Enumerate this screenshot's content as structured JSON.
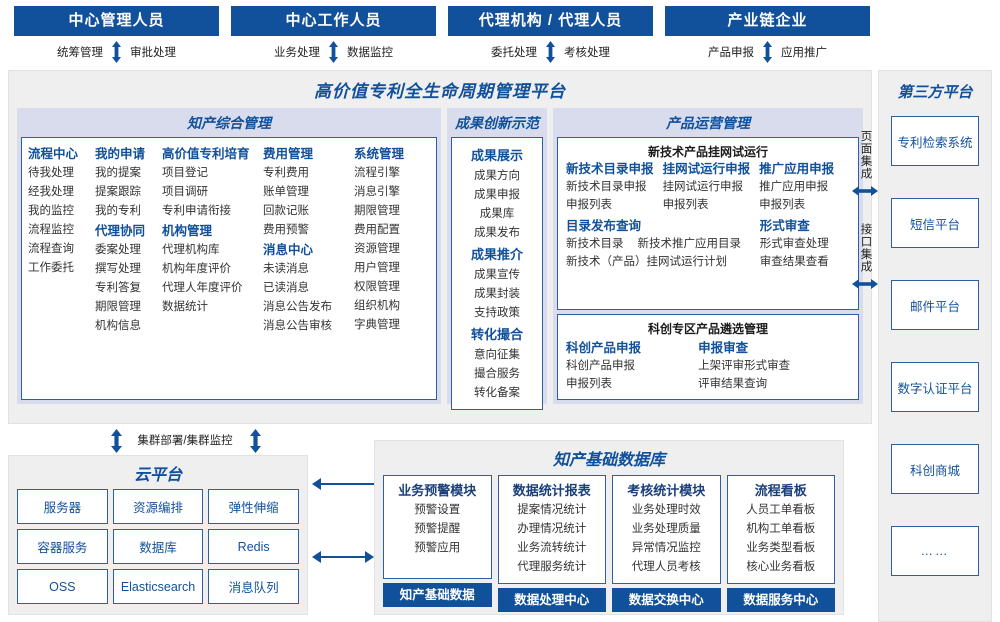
{
  "roles": [
    {
      "title": "中心管理人员",
      "left": "统筹管理",
      "right": "审批处理"
    },
    {
      "title": "中心工作人员",
      "left": "业务处理",
      "right": "数据监控"
    },
    {
      "title": "代理机构 / 代理人员",
      "left": "委托处理",
      "right": "考核处理"
    },
    {
      "title": "产业链企业",
      "left": "产品申报",
      "right": "应用推广"
    }
  ],
  "platform": {
    "title": "高价值专利全生命周期管理平台",
    "kcm": {
      "title": "知产综合管理",
      "columns": [
        {
          "groups": [
            {
              "head": "流程中心",
              "items": [
                "待我处理",
                "经我处理",
                "我的监控",
                "流程监控",
                "流程查询",
                "工作委托"
              ]
            }
          ]
        },
        {
          "groups": [
            {
              "head": "我的申请",
              "items": [
                "我的提案",
                "提案跟踪",
                "我的专利"
              ]
            },
            {
              "head": "代理协同",
              "items": [
                "委案处理",
                "撰写处理",
                "专利答复",
                "期限管理",
                "机构信息"
              ]
            }
          ]
        },
        {
          "groups": [
            {
              "head": "高价值专利培育",
              "items": [
                "项目登记",
                "项目调研",
                "专利申请衔接"
              ]
            },
            {
              "head": "机构管理",
              "items": [
                "代理机构库",
                "机构年度评价",
                "代理人年度评价",
                "数据统计"
              ]
            }
          ]
        },
        {
          "groups": [
            {
              "head": "费用管理",
              "items": [
                "专利费用",
                "账单管理",
                "回款记账",
                "费用预警"
              ]
            },
            {
              "head": "消息中心",
              "items": [
                "未读消息",
                "已读消息",
                "消息公告发布",
                "消息公告审核"
              ]
            }
          ]
        },
        {
          "groups": [
            {
              "head": "系统管理",
              "items": [
                "流程引擎",
                "消息引擎",
                "期限管理",
                "费用配置",
                "资源管理",
                "用户管理",
                "权限管理",
                "组织机构",
                "字典管理"
              ]
            }
          ]
        }
      ]
    },
    "achievement": {
      "title": "成果创新示范",
      "groups": [
        {
          "head": "成果展示",
          "items": [
            "成果方向",
            "成果申报",
            "成果库",
            "成果发布"
          ]
        },
        {
          "head": "成果推介",
          "items": [
            "成果宣传",
            "成果封装",
            "支持政策"
          ]
        },
        {
          "head": "转化撮合",
          "items": [
            "意向征集",
            "撮合服务",
            "转化备案"
          ]
        }
      ]
    },
    "product": {
      "title": "产品运营管理",
      "box1": {
        "title": "新技术产品挂网试运行",
        "cols": [
          {
            "head": "新技术目录申报",
            "items": [
              "新技术目录申报",
              "申报列表"
            ]
          },
          {
            "head": "挂网试运行申报",
            "items": [
              "挂网试运行申报",
              "申报列表"
            ]
          },
          {
            "head": "推广应用申报",
            "items": [
              "推广应用申报",
              "申报列表"
            ]
          }
        ],
        "row2_left": {
          "head": "目录发布查询",
          "pair": [
            "新技术目录",
            "新技术推广应用目录"
          ],
          "full": "新技术（产品）挂网试运行计划"
        },
        "row2_right": {
          "head": "形式审查",
          "items": [
            "形式审查处理",
            "审查结果查看"
          ]
        }
      },
      "box2": {
        "title": "科创专区产品遴选管理",
        "left": {
          "head": "科创产品申报",
          "items": [
            "科创产品申报",
            "申报列表"
          ]
        },
        "right": {
          "head": "申报审查",
          "items": [
            "上架评审形式审查",
            "评审结果查询"
          ]
        }
      }
    }
  },
  "integration": {
    "page": "页面集成",
    "api": "接口集成"
  },
  "third_party": {
    "title": "第三方平台",
    "items": [
      "专利检索系统",
      "短信平台",
      "邮件平台",
      "数字认证平台",
      "科创商城",
      "……"
    ]
  },
  "cluster": {
    "label": "集群部署/集群监控"
  },
  "cloud": {
    "title": "云平台",
    "cells": [
      "服务器",
      "资源编排",
      "弹性伸缩",
      "容器服务",
      "数据库",
      "Redis",
      "OSS",
      "Elasticsearch",
      "消息队列"
    ]
  },
  "database": {
    "title": "知产基础数据库",
    "columns": [
      {
        "head": "业务预警模块",
        "items": [
          "预警设置",
          "预警提醒",
          "预警应用"
        ],
        "foot": "知产基础数据"
      },
      {
        "head": "数据统计报表",
        "items": [
          "提案情况统计",
          "办理情况统计",
          "业务流转统计",
          "代理服务统计"
        ],
        "foot": "数据处理中心"
      },
      {
        "head": "考核统计模块",
        "items": [
          "业务处理时效",
          "业务处理质量",
          "异常情况监控",
          "代理人员考核"
        ],
        "foot": "数据交换中心"
      },
      {
        "head": "流程看板",
        "items": [
          "人员工单看板",
          "机构工单看板",
          "业务类型看板",
          "核心业务看板"
        ],
        "foot": "数据服务中心"
      }
    ]
  },
  "colors": {
    "brand": "#11509B",
    "panel": "#D8DCEC",
    "frame": "#EFEFEF",
    "border": "#2E5FA3"
  }
}
